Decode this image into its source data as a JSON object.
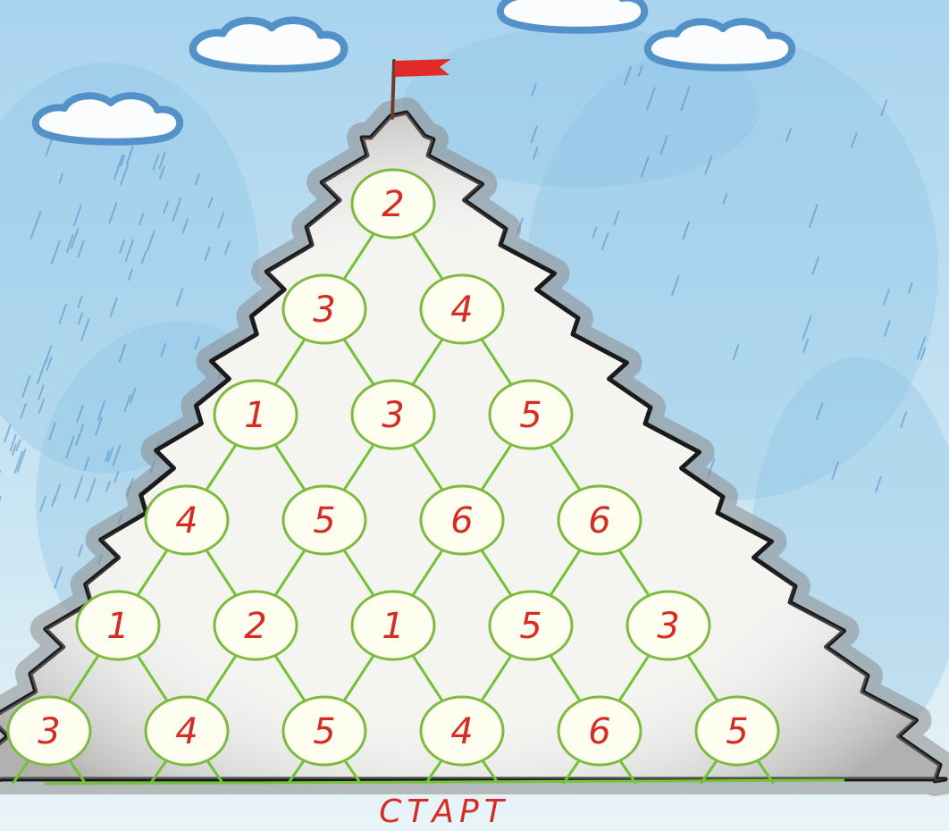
{
  "start_label": "СТАРТ",
  "rows": [
    [
      "2"
    ],
    [
      "3",
      "4"
    ],
    [
      "1",
      "3",
      "5"
    ],
    [
      "4",
      "5",
      "6",
      "6"
    ],
    [
      "1",
      "2",
      "1",
      "5",
      "3"
    ],
    [
      "3",
      "4",
      "5",
      "4",
      "6",
      "5"
    ]
  ],
  "colors": {
    "sky": "#bcdff0",
    "sky_deep": "#8cc4e6",
    "cloud_outline": "#4f8fc8",
    "cloud_fill": "#ffffff",
    "mountain_fill": "#f4f4f1",
    "mountain_edge": "#1a1a1a",
    "mountain_shadow": "#8c8c8c",
    "path_line": "#72c235",
    "node_fill": "#fdfdf0",
    "node_stroke": "#7dba3e",
    "number_text": "#d62c24",
    "flag": "#e12b26",
    "flag_pole": "#6b3e2b",
    "start_text": "#d62c24"
  }
}
